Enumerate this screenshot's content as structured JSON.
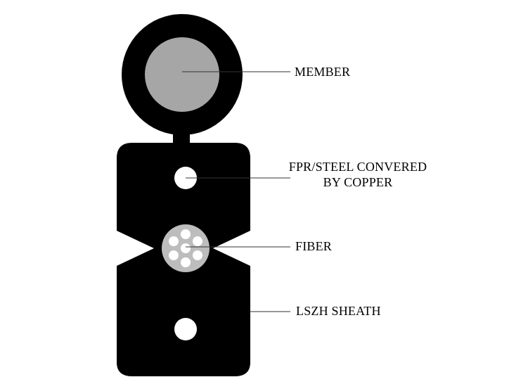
{
  "labels": {
    "member": "MEMBER",
    "fpr_line1": "FPR/STEEL  CONVERED",
    "fpr_line2": "BY COPPER",
    "fiber": "FIBER",
    "sheath": "LSZH SHEATH"
  },
  "colors": {
    "sheath": "#000000",
    "member_core": "#a6a6a6",
    "fiber_bundle": "#bdbdbd",
    "fiber_strand": "#ffffff",
    "hole": "#ffffff",
    "leader_line": "#333333",
    "background": "#ffffff"
  }
}
